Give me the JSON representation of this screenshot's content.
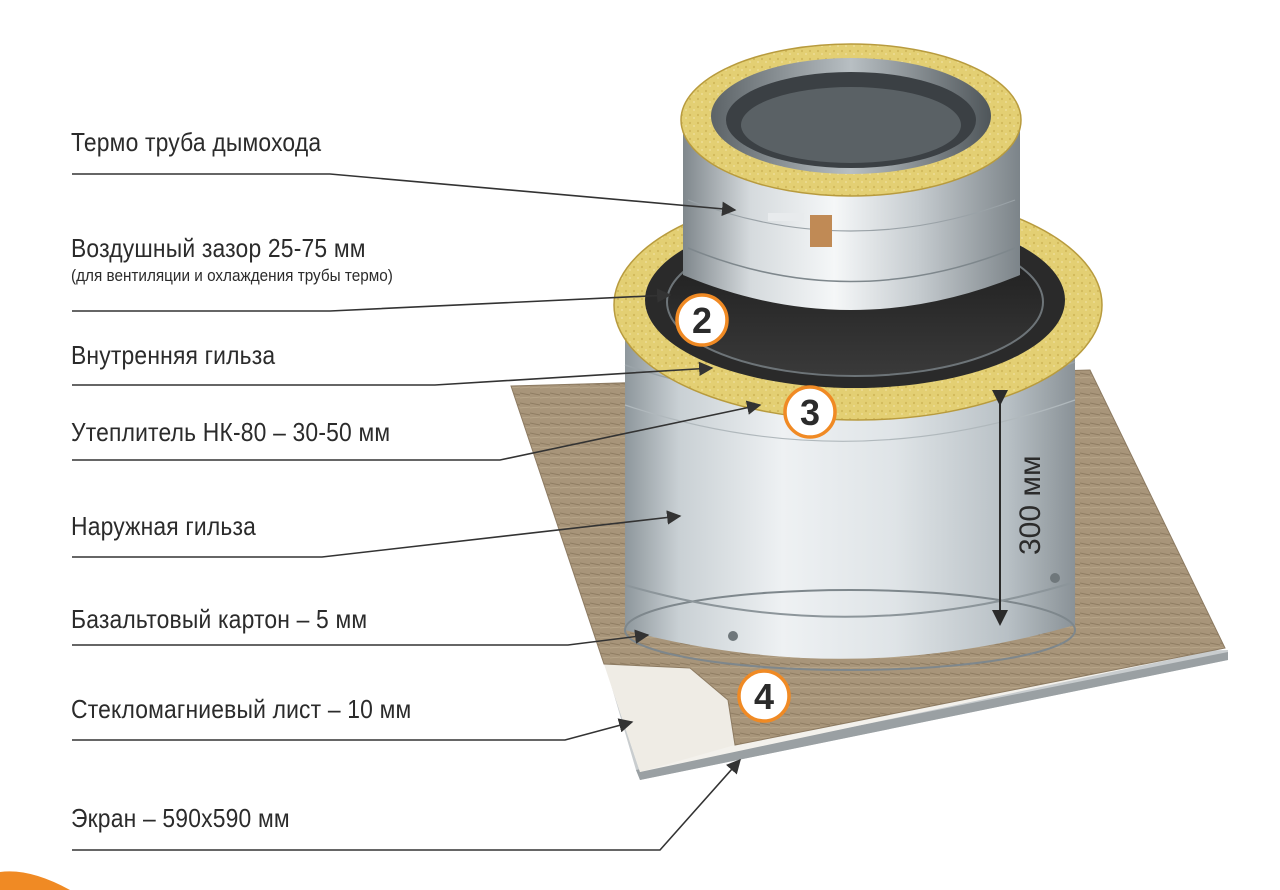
{
  "labels": {
    "thermo_pipe": "Термо труба дымохода",
    "air_gap": "Воздушный зазор 25-75 мм",
    "air_gap_note": "(для вентиляции и охлаждения трубы термо)",
    "inner_sleeve": "Внутренняя гильза",
    "insulation": "Утеплитель НК-80 – 30-50 мм",
    "outer_sleeve": "Наружная гильза",
    "basalt_board": "Базальтовый картон – 5 мм",
    "glass_magnesium_sheet": "Стекломагниевый лист – 10 мм",
    "screen": "Экран – 590х590 мм"
  },
  "badges": {
    "two": "2",
    "three": "3",
    "four": "4"
  },
  "dimension": {
    "height_label": "300 мм"
  },
  "colors": {
    "accent": "#f08a24",
    "leader_line": "#333333",
    "insulation": "#e6d27a",
    "basalt": "#a89579",
    "steel": "#d4d9dc"
  }
}
